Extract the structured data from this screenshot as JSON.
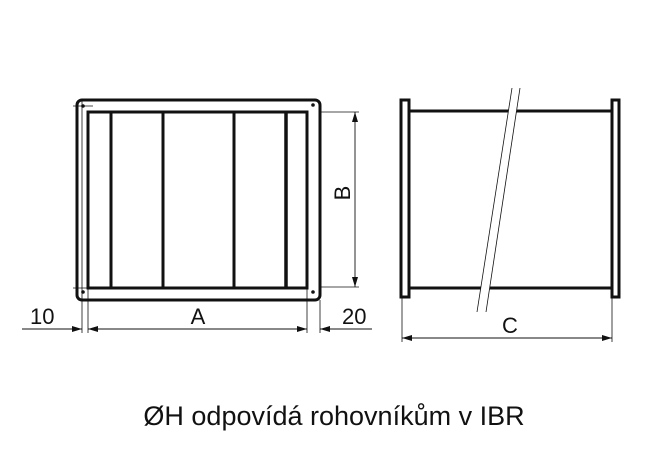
{
  "labels": {
    "dim_left_offset": "10",
    "dim_width": "A",
    "dim_right_offset": "20",
    "dim_height": "B",
    "dim_length": "C"
  },
  "caption": "ØH odpovídá rohovníkům v IBR",
  "colors": {
    "line": "#111111",
    "background": "#ffffff"
  }
}
